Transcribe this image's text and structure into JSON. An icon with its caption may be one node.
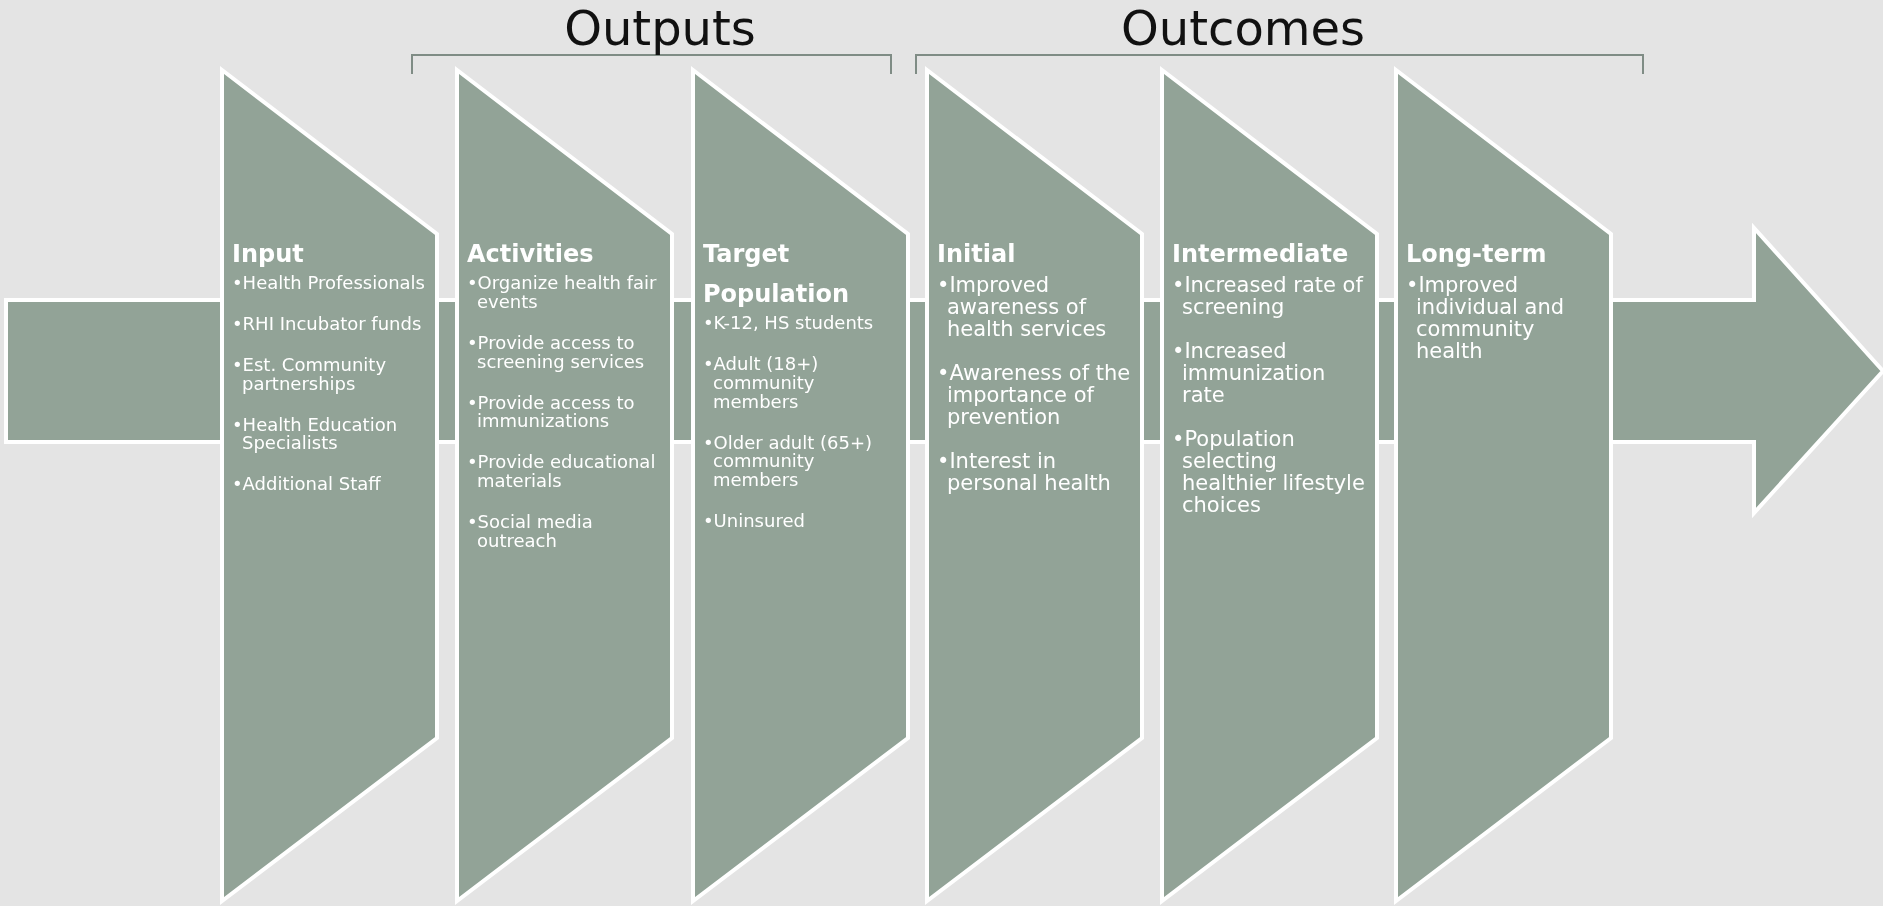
{
  "diagram": {
    "nodes": [
      {
        "text": [
          "Input",
          "•Health Professionals",
          "•RHI Incubator funds",
          "•Est. Community partnerships",
          "•Health Education Specialists",
          "•Additional Staff"
        ]
      },
      {
        "text": [
          "Activities",
          "•Organize health fair events",
          "•Provide access to screening services",
          "•Provide access to immunizations",
          "•Provide educational materials",
          "•Social media outreach"
        ]
      },
      {
        "text": [
          "Target Population",
          "•K-12, HS students",
          "•Adult (18+) community members",
          "•Older adult (65+) community members",
          "•Uninsured"
        ]
      },
      {
        "text": [
          "Initial",
          "•Improved awareness of health services",
          "•Awareness of the importance of prevention",
          "•Interest in personal health"
        ]
      },
      {
        "text": [
          "Intermediate",
          "•Increased rate of screening",
          "•Increased immunization rate",
          "•Population selecting healthier lifestyle choices"
        ]
      },
      {
        "text": [
          "Long-term",
          "•Improved individual and community health"
        ]
      }
    ],
    "labels": [
      "Outputs",
      "Outcomes"
    ]
  }
}
